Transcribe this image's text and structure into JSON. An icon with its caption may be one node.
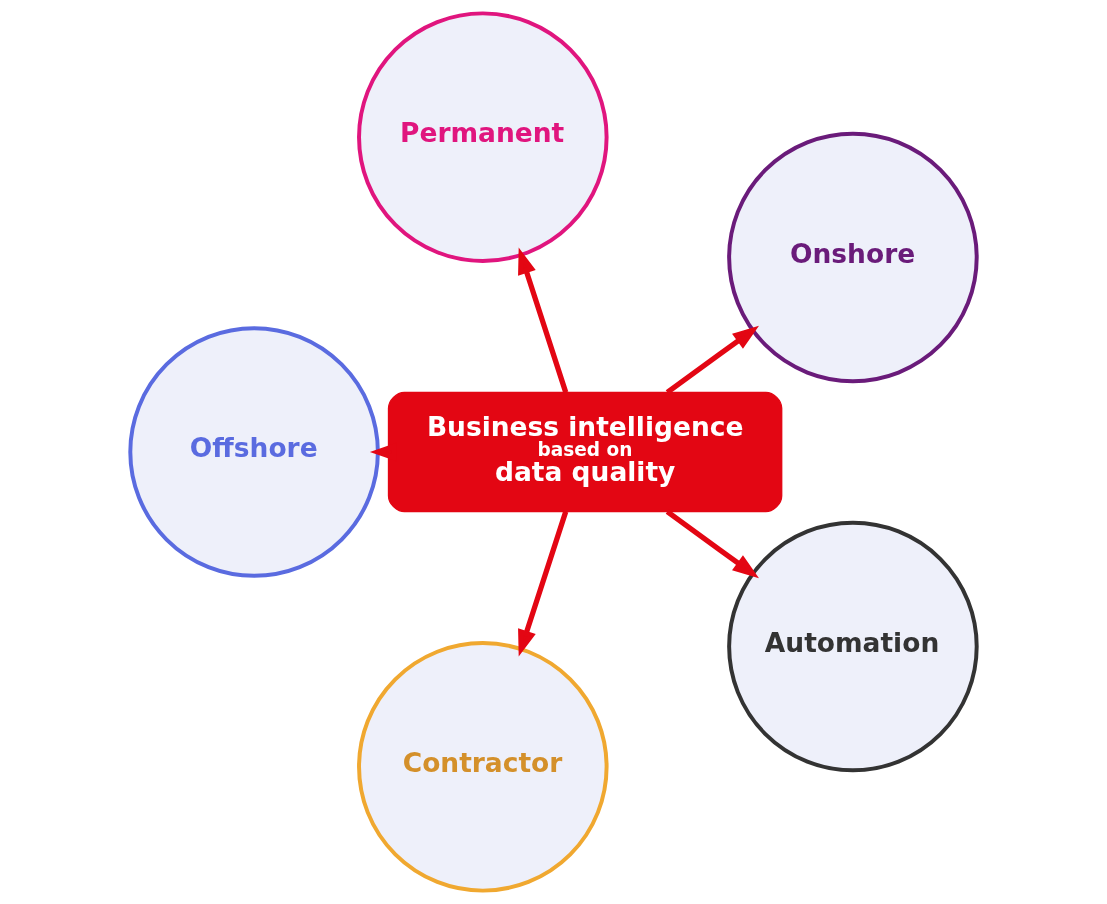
{
  "diagram": {
    "nodes": [
      {
        "text": [
          "Business intelligence",
          "based on",
          "data quality"
        ]
      },
      {
        "text": [
          "Onshore"
        ]
      },
      {
        "text": [
          "Permanent"
        ]
      },
      {
        "text": [
          "Offshore"
        ]
      },
      {
        "text": [
          "Contractor"
        ]
      },
      {
        "text": [
          "Automation"
        ]
      }
    ],
    "edges": [
      {
        "from": 0,
        "to": 1,
        "arrow": "to"
      },
      {
        "from": 0,
        "to": 2,
        "arrow": "to"
      },
      {
        "from": 0,
        "to": 3,
        "arrow": "to"
      },
      {
        "from": 0,
        "to": 4,
        "arrow": "to"
      },
      {
        "from": 0,
        "to": 5,
        "arrow": "to"
      }
    ]
  }
}
